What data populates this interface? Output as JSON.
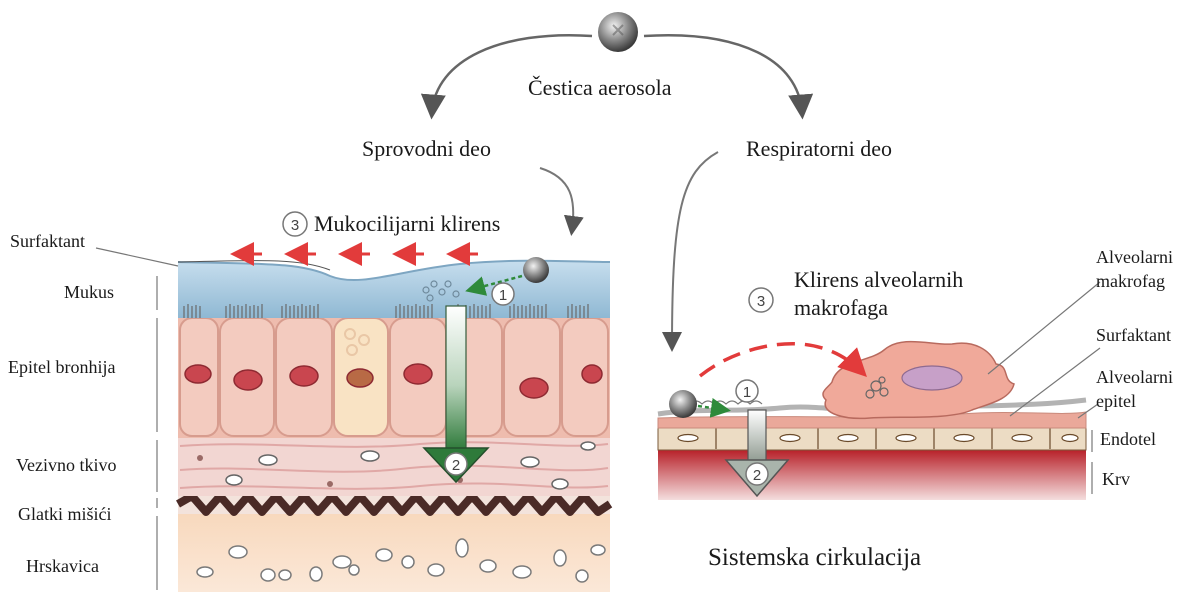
{
  "title": "Čestica aerosola",
  "left_branch": "Sprovodni deo",
  "right_branch": "Respiratorni deo",
  "left_panel": {
    "clearance_label": "Mukocilijarni klirens",
    "layers": {
      "surfactant": "Surfaktant",
      "mucus": "Mukus",
      "bronchial_epithelium": "Epitel bronhija",
      "connective_tissue": "Vezivno tkivo",
      "smooth_muscle": "Glatki mišići",
      "cartilage": "Hrskavica"
    }
  },
  "right_panel": {
    "clearance_label_line1": "Klirens alveolarnih",
    "clearance_label_line2": "makrofaga",
    "labels": {
      "macrophage_line1": "Alveolarni",
      "macrophage_line2": "makrofag",
      "surfactant": "Surfaktant",
      "epithelium_line1": "Alveolarni",
      "epithelium_line2": "epitel",
      "endothelium": "Endotel",
      "blood": "Krv"
    },
    "systemic": "Sistemska cirkulacija"
  },
  "step_numbers": {
    "one": "1",
    "two": "2",
    "three": "3"
  },
  "colors": {
    "mucus": "#a9cbe0",
    "cell": "#f0c4b4",
    "nucleus": "#c9464f",
    "connective": "#f2d6d2",
    "muscle": "#4a2a26",
    "cartilage": "#f6d2b4",
    "blood": "#c9202b",
    "arrow_green": "#2e7a3a",
    "clearance_red": "#e23b3b"
  }
}
